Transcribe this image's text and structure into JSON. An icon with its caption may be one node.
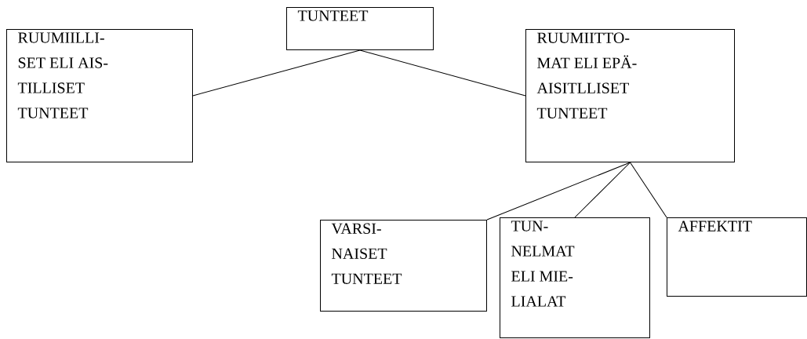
{
  "diagram": {
    "nodes": [
      {
        "text": [
          "TUNTEET"
        ]
      },
      {
        "text": [
          "RUUMIILLI- SET ELI AIS- TILLISET TUNTEET"
        ]
      },
      {
        "text": [
          "RUUMIITTO- MAT ELI EPÄ- AISITLLISET TUNTEET"
        ]
      },
      {
        "text": [
          "VARSI- NAISET TUNTEET"
        ]
      },
      {
        "text": [
          "TUN- NELMAT ELI MIE- LIALAT"
        ]
      },
      {
        "text": [
          "AFFEKTIT"
        ]
      }
    ],
    "edges": [
      {
        "from": 0,
        "to": 1,
        "arrow": "none"
      },
      {
        "from": 0,
        "to": 2,
        "arrow": "none"
      },
      {
        "from": 2,
        "to": 3,
        "arrow": "none"
      },
      {
        "from": 2,
        "to": 4,
        "arrow": "none"
      },
      {
        "from": 2,
        "to": 5,
        "arrow": "none"
      }
    ]
  }
}
